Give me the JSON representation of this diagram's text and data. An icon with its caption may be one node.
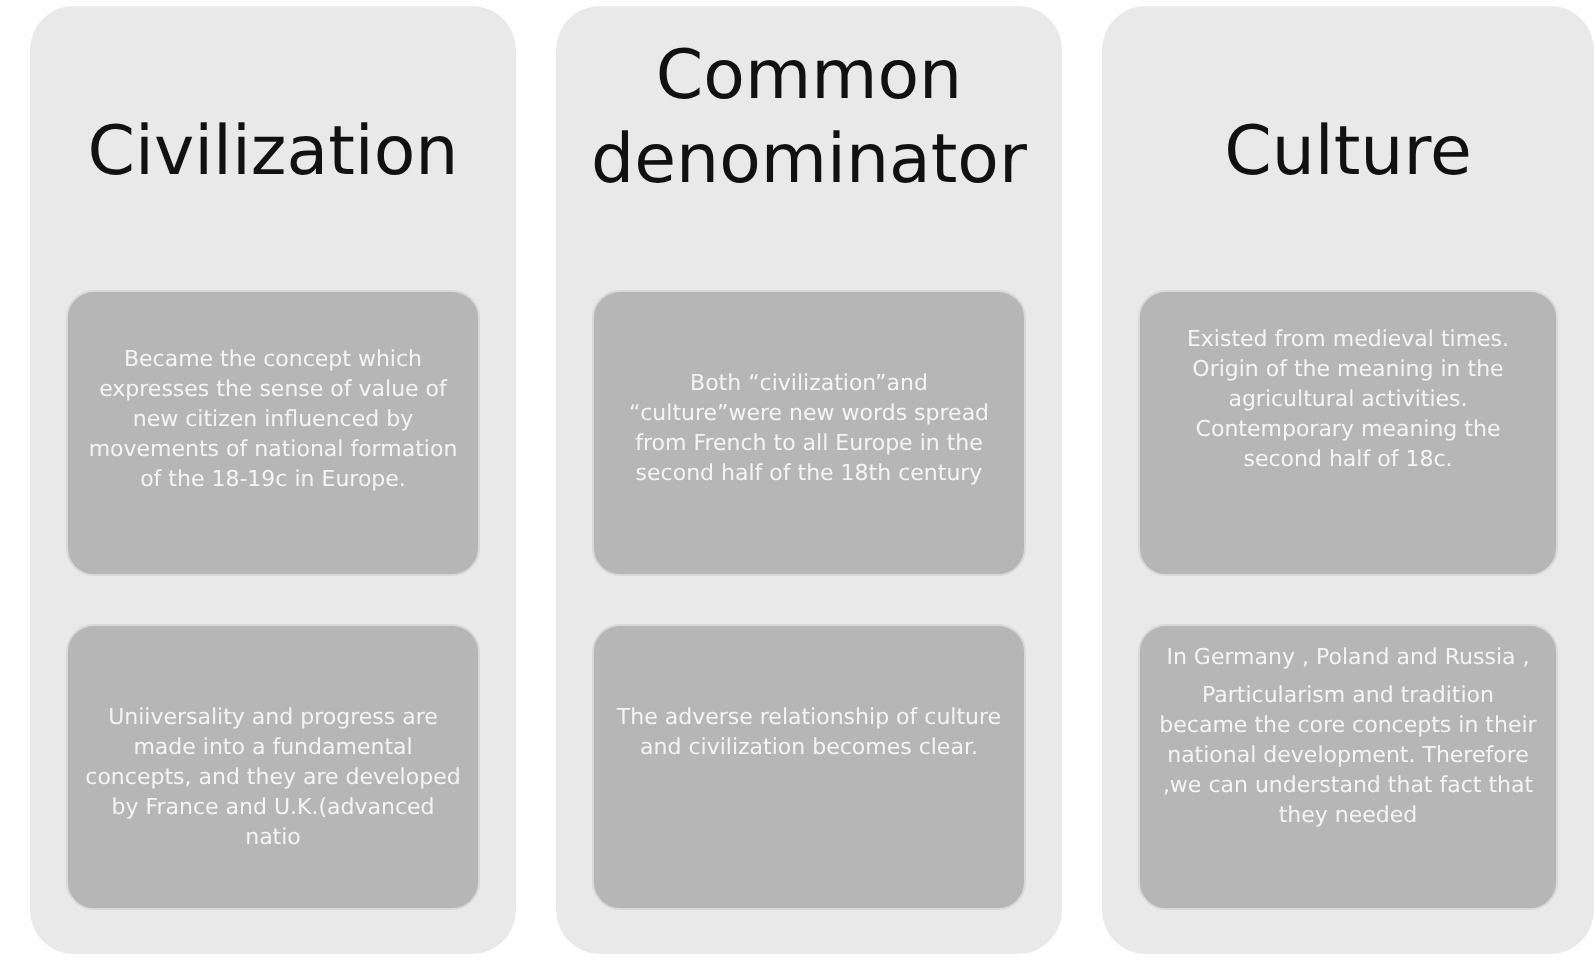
{
  "diagram": {
    "nodes": [
      {
        "text": [
          "Civilization"
        ]
      },
      {
        "text": [
          "Became the concept which expresses the sense of value of new citizen influenced by movements of national formation of the 18-19c in Europe."
        ],
        "in": 0
      },
      {
        "text": [
          "Uniiversality and progress are made into a fundamental concepts, and they are developed by France and U.K.(advanced natio"
        ],
        "in": 0
      },
      {
        "text": [
          "Common denominator"
        ]
      },
      {
        "text": [
          "Both “civilization”and “culture”were new words spread from French to all Europe in the second half of the 18th century"
        ],
        "in": 3
      },
      {
        "text": [
          "The adverse relationship of culture and civilization becomes clear."
        ],
        "in": 3
      },
      {
        "text": [
          "Culture"
        ]
      },
      {
        "text": [
          "Existed from medieval times. Origin of the meaning in the agricultural activities. Contemporary meaning the second half of 18c."
        ],
        "in": 6
      },
      {
        "text": [
          "In Germany , Poland and Russia ,",
          "Particularism and tradition became the core concepts in their national development. Therefore ,we can understand that fact that they needed"
        ],
        "in": 6
      }
    ],
    "edges": []
  }
}
